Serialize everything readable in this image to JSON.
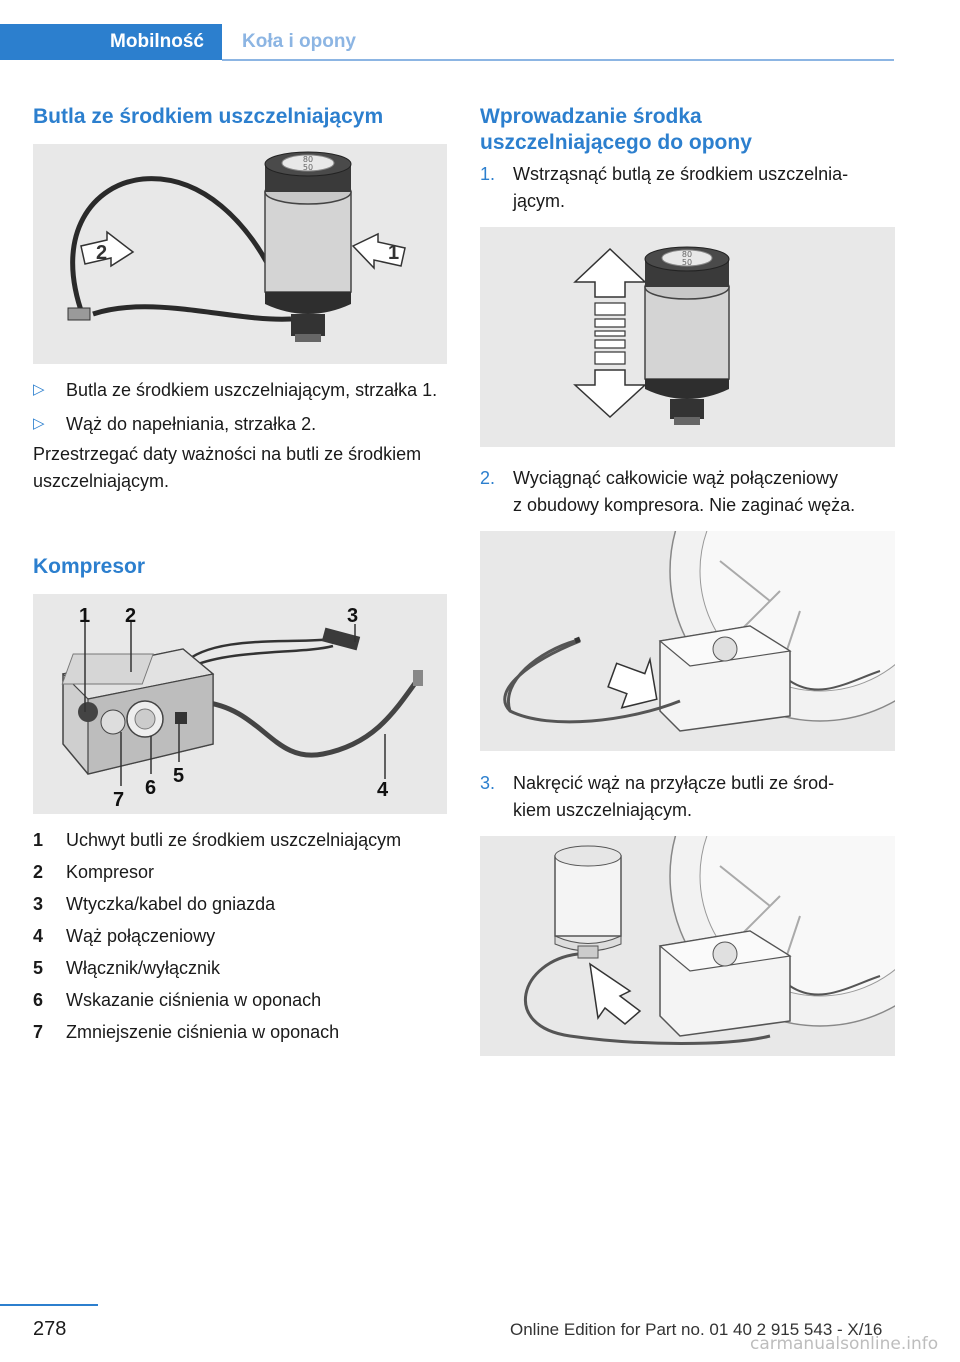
{
  "header": {
    "active_tab": "Mobilność",
    "inactive_tab": "Koła i opony"
  },
  "left": {
    "section1_title": "Butla ze środkiem uszczelniającym",
    "fig1_labels": [
      "1",
      "2"
    ],
    "bullets": [
      "Butla ze środkiem uszczelniającym, strzałka 1.",
      "Wąż do napełniania, strzałka 2."
    ],
    "note": "Przestrzegać daty ważności na butli ze środkiem uszczelniającym.",
    "section2_title": "Kompresor",
    "fig2_labels": [
      "1",
      "2",
      "3",
      "4",
      "5",
      "6",
      "7"
    ],
    "legend": [
      {
        "num": "1",
        "text": "Uchwyt butli ze środkiem uszczelniającym"
      },
      {
        "num": "2",
        "text": "Kompresor"
      },
      {
        "num": "3",
        "text": "Wtyczka/kabel do gniazda"
      },
      {
        "num": "4",
        "text": "Wąż połączeniowy"
      },
      {
        "num": "5",
        "text": "Włącznik/wyłącznik"
      },
      {
        "num": "6",
        "text": "Wskazanie ciśnienia w oponach"
      },
      {
        "num": "7",
        "text": "Zmniejszenie ciśnienia w oponach"
      }
    ]
  },
  "right": {
    "title_line1": "Wprowadzanie środka",
    "title_line2": "uszczelniającego do opony",
    "steps": [
      {
        "num": "1.",
        "line1": "Wstrząsnąć butlą ze środkiem uszczelnia‐",
        "line2": "jącym."
      },
      {
        "num": "2.",
        "line1": "Wyciągnąć całkowicie wąż połączeniowy",
        "line2": "z obudowy kompresora. Nie zaginać węża."
      },
      {
        "num": "3.",
        "line1": "Nakręcić wąż na przyłącze butli ze środ‐",
        "line2": "kiem uszczelniającym."
      }
    ]
  },
  "bottle_label": {
    "top": "80",
    "bottom": "50"
  },
  "footer": {
    "page_number": "278",
    "edition": "Online Edition for Part no. 01 40 2 915 543 - X/16",
    "watermark": "carmanualsonline.info"
  }
}
